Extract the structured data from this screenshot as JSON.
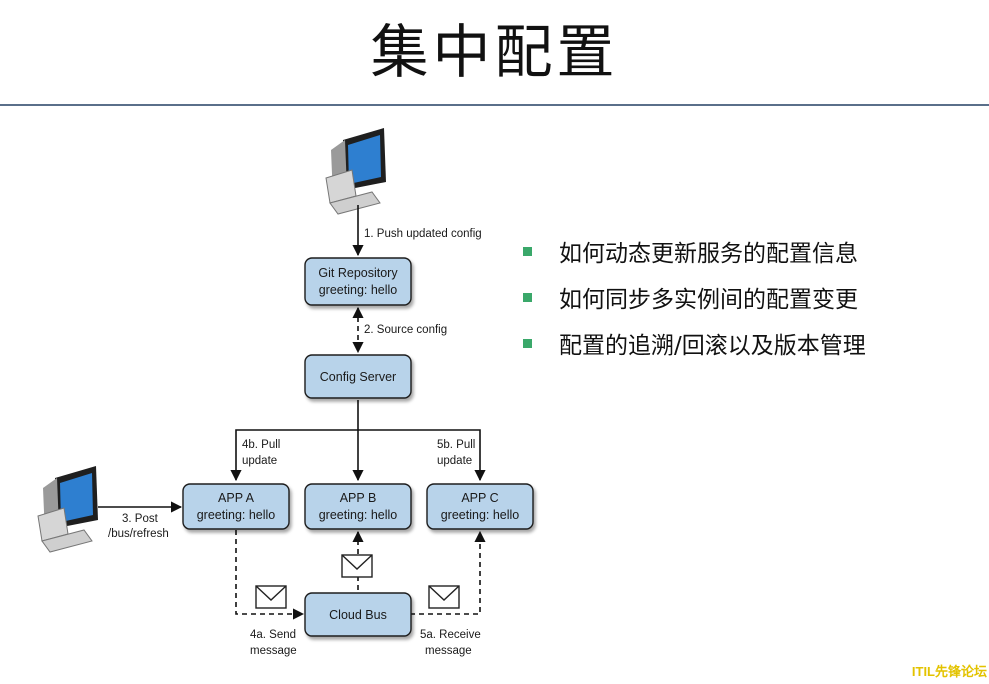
{
  "title": "集中配置",
  "nodes": {
    "git_repo": {
      "line1": "Git Repository",
      "line2": "greeting: hello"
    },
    "config_server": {
      "line1": "Config Server"
    },
    "app_a": {
      "line1": "APP A",
      "line2": "greeting: hello"
    },
    "app_b": {
      "line1": "APP B",
      "line2": "greeting: hello"
    },
    "app_c": {
      "line1": "APP C",
      "line2": "greeting: hello"
    },
    "cloud_bus": {
      "line1": "Cloud Bus"
    }
  },
  "edges": {
    "push": "1. Push updated config",
    "source": "2. Source config",
    "post": {
      "line1": "3. Post",
      "line2": "/bus/refresh"
    },
    "pull_a": {
      "line1": "4b. Pull",
      "line2": "update"
    },
    "pull_c": {
      "line1": "5b. Pull",
      "line2": "update"
    },
    "send": {
      "line1": "4a. Send",
      "line2": "message"
    },
    "receive": {
      "line1": "5a. Receive",
      "line2": "message"
    }
  },
  "bullets": [
    "如何动态更新服务的配置信息",
    "如何同步多实例间的配置变更",
    "配置的追溯/回滚以及版本管理"
  ],
  "watermark": "ITIL先锋论坛",
  "colors": {
    "node_fill": "#b8d3ea",
    "bullet": "#3aa86a",
    "rule": "#5a6f8a"
  }
}
